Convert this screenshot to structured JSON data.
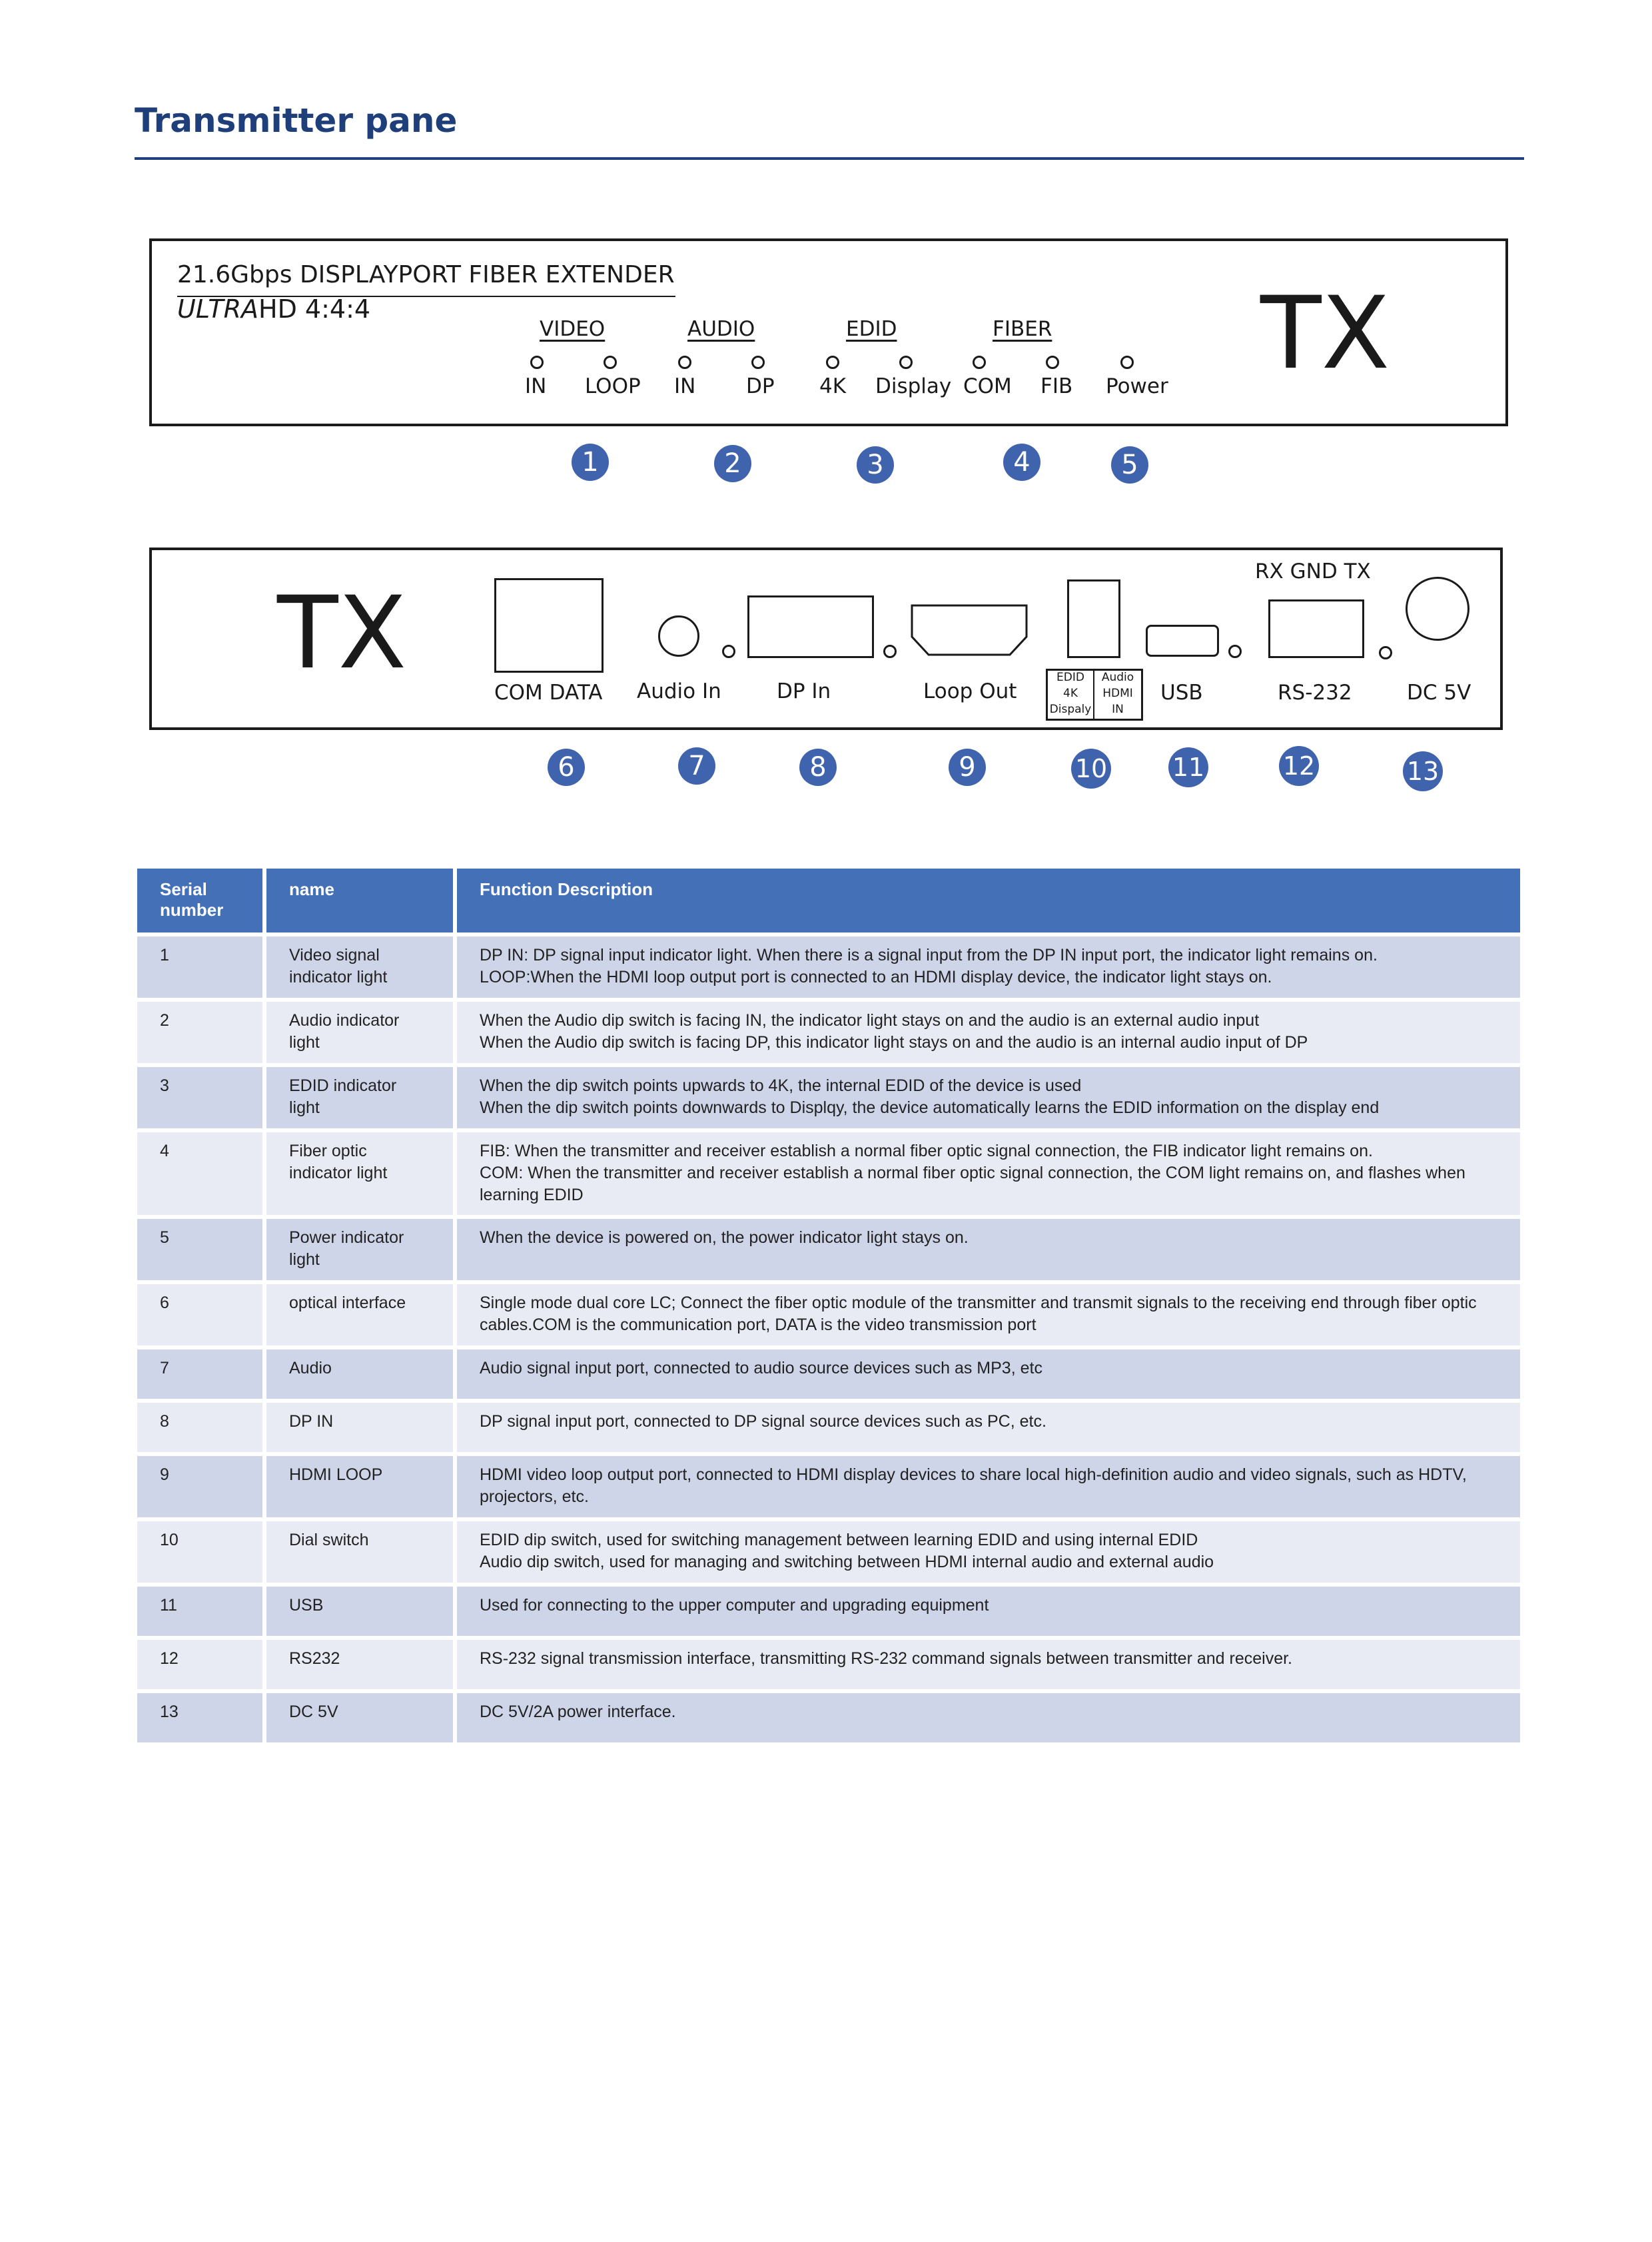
{
  "page": {
    "title": "Transmitter pane"
  },
  "front_panel": {
    "model": "21.6Gbps DISPLAYPORT FIBER EXTENDER",
    "ultra_prefix": "ULTRA",
    "ultra_suffix": "HD 4:4:4",
    "tx": "TX",
    "groups": {
      "video": "VIDEO",
      "audio": "AUDIO",
      "edid": "EDID",
      "fiber": "FIBER"
    },
    "indicators": {
      "in1": "IN",
      "loop": "LOOP",
      "in2": "IN",
      "dp": "DP",
      "k4": "4K",
      "display": "Display",
      "com": "COM",
      "fib": "FIB",
      "power": "Power"
    },
    "badges": [
      "1",
      "2",
      "3",
      "4",
      "5"
    ]
  },
  "rear_panel": {
    "tx": "TX",
    "rs232_pins": "RX GND TX",
    "ports": {
      "com_data": "COM DATA",
      "audio_in": "Audio In",
      "dp_in": "DP In",
      "loop_out": "Loop Out",
      "usb": "USB",
      "rs232": "RS-232",
      "dc5v": "DC 5V"
    },
    "dip": {
      "edid": "EDID",
      "k4": "4K",
      "dispaly": "Dispaly",
      "audio": "Audio",
      "hdmi": "HDMI",
      "in": "IN"
    },
    "badges": [
      "6",
      "7",
      "8",
      "9",
      "10",
      "11",
      "12",
      "13"
    ]
  },
  "table": {
    "headers": [
      "Serial number",
      "name",
      "Function Description"
    ],
    "rows": [
      {
        "n": "1",
        "name": "Video signal indicator light",
        "desc": [
          "DP IN: DP signal input indicator light. When there is a signal input from the DP IN input port, the indicator light remains  on.",
          "LOOP:When the HDMI loop output port is connected to an HDMI display device, the indicator light stays on."
        ]
      },
      {
        "n": "2",
        "name": "Audio indicator light",
        "desc": [
          "When the Audio dip switch is facing IN, the indicator light stays on and the audio is an external audio input",
          "When the Audio dip switch is facing DP, this indicator light stays on and the audio is an internal audio input of DP"
        ]
      },
      {
        "n": "3",
        "name": "EDID indicator light",
        "desc": [
          "When the dip switch points upwards to 4K, the internal EDID of the device is used",
          "When the dip switch points downwards to Displqy, the device automatically learns the EDID information on the display end"
        ]
      },
      {
        "n": "4",
        "name": "Fiber optic indicator light",
        "desc": [
          "FIB: When the transmitter and receiver establish a normal fiber optic signal connection, the FIB indicator light remains on.",
          "COM: When the transmitter and receiver establish a normal fiber optic signal connection, the COM light remains on, and flashes when learning EDID"
        ]
      },
      {
        "n": "5",
        "name": "Power indicator light",
        "desc": [
          "When the device is powered on, the power indicator light stays on."
        ]
      },
      {
        "n": "6",
        "name": "optical interface",
        "desc": [
          "Single mode dual core LC; Connect the fiber optic module of the transmitter and transmit signals to the receiving end through fiber optic cables.COM is the communication port, DATA is the video transmission port"
        ]
      },
      {
        "n": "7",
        "name": "Audio",
        "desc": [
          "Audio signal input port, connected to audio source devices such as MP3, etc"
        ]
      },
      {
        "n": "8",
        "name": "DP IN",
        "desc": [
          "DP signal input port, connected to DP signal source devices such as PC, etc."
        ]
      },
      {
        "n": "9",
        "name": "HDMI LOOP",
        "desc": [
          "HDMI video loop output port, connected to HDMI display devices to share local high-definition audio and video signals, such as HDTV, projectors, etc."
        ]
      },
      {
        "n": "10",
        "name": "Dial switch",
        "desc": [
          "EDID dip switch, used for switching management between learning EDID and using internal EDID",
          "Audio dip switch, used for managing and switching between HDMI internal audio and external audio"
        ]
      },
      {
        "n": "11",
        "name": "USB",
        "desc": [
          "Used for connecting to the upper computer and upgrading equipment"
        ]
      },
      {
        "n": "12",
        "name": "RS232",
        "desc": [
          "RS-232 signal transmission interface, transmitting RS-232 command signals between transmitter and receiver."
        ]
      },
      {
        "n": "13",
        "name": "DC 5V",
        "desc": [
          "DC 5V/2A power interface."
        ]
      }
    ]
  }
}
